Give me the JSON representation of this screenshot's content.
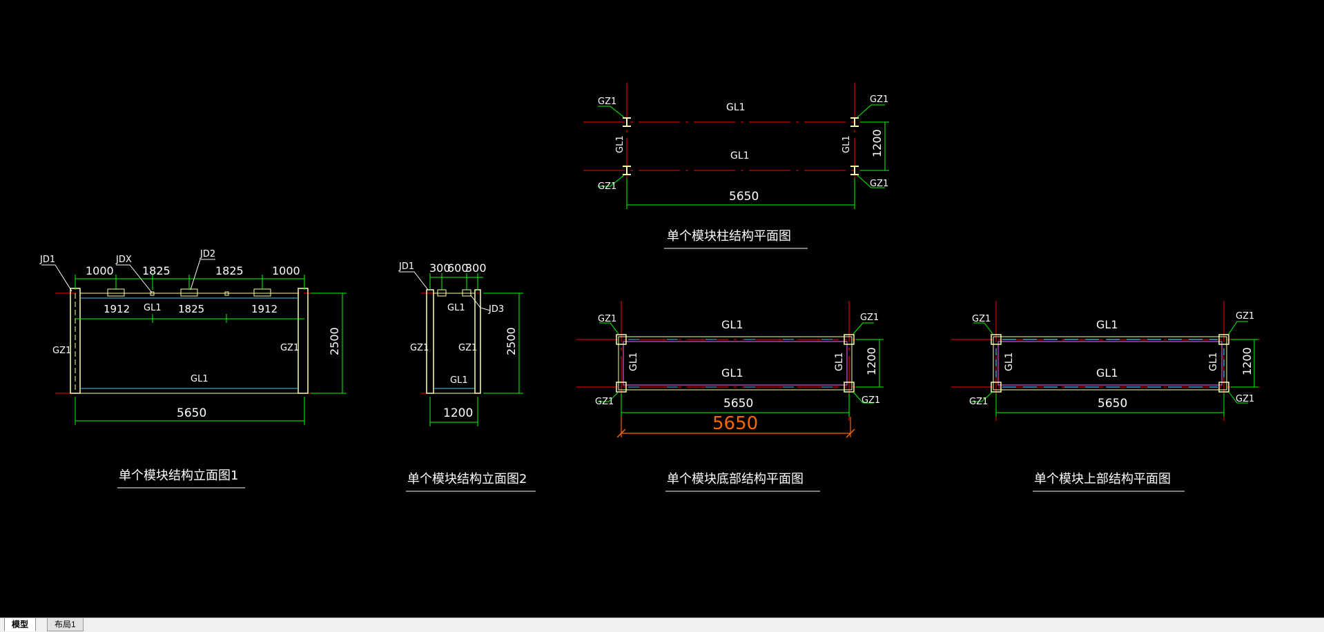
{
  "drawing": {
    "elev1": {
      "title": "单个模块结构立面图1",
      "labels": {
        "jd1": "JD1",
        "jdx": "JDX",
        "jd2": "JD2",
        "gz1_left": "GZ1",
        "gz1_right": "GZ1",
        "gl1_top": "GL1",
        "gl1_bottom": "GL1"
      },
      "dims_top": [
        "1000",
        "1825",
        "1825",
        "1000"
      ],
      "dims_mid": [
        "1912",
        "1825",
        "1912"
      ],
      "dim_total": "5650",
      "dim_height": "2500"
    },
    "elev2": {
      "title": "单个模块结构立面图2",
      "labels": {
        "jd1": "JD1",
        "jd3": "JD3",
        "gl1_top": "GL1",
        "gl1_bottom": "GL1",
        "gz1_left": "GZ1",
        "gz1_mid": "GZ1"
      },
      "dims_top": [
        "300",
        "600",
        "300"
      ],
      "dim_total": "1200",
      "dim_height": "2500"
    },
    "column_plan": {
      "title": "单个模块柱结构平面图",
      "labels": {
        "gl1_top": "GL1",
        "gl1_mid": "GL1",
        "gl1_left": "GL1",
        "gl1_right": "GL1",
        "gz1_tl": "GZ1",
        "gz1_bl": "GZ1",
        "gz1_tr": "GZ1",
        "gz1_br": "GZ1"
      },
      "dim_width": "5650",
      "dim_height": "1200"
    },
    "bottom_plan": {
      "title": "单个模块底部结构平面图",
      "labels": {
        "gl1_top": "GL1",
        "gl1_mid": "GL1",
        "gl1_left": "GL1",
        "gl1_right": "GL1",
        "gz1_tl": "GZ1",
        "gz1_bl": "GZ1",
        "gz1_tr": "GZ1",
        "gz1_br": "GZ1"
      },
      "dim_width": "5650",
      "dim_width_orange": "5650",
      "dim_height": "1200"
    },
    "top_plan": {
      "title": "单个模块上部结构平面图",
      "labels": {
        "gl1_top": "GL1",
        "gl1_mid": "GL1",
        "gl1_left": "GL1",
        "gl1_right": "GL1",
        "gz1_tl": "GZ1",
        "gz1_bl": "GZ1",
        "gz1_tr": "GZ1",
        "gz1_br": "GZ1"
      },
      "dim_width": "5650",
      "dim_height": "1200"
    }
  },
  "colors": {
    "background": "#000000",
    "dimension": "#00ff00",
    "axis": "#ff0000",
    "member": "#ffffaa",
    "text": "#ffffff",
    "highlight_dim": "#ff6600",
    "beam_dash": "#4fc3f7"
  },
  "tabs": [
    {
      "label": "模型",
      "active": true
    },
    {
      "label": "布局1",
      "active": false
    }
  ]
}
